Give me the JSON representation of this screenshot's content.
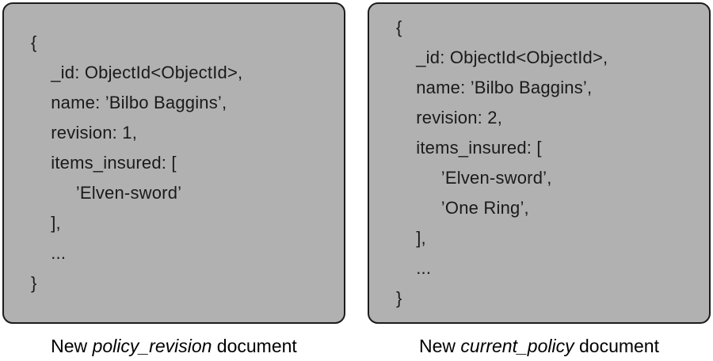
{
  "colors": {
    "box_fill": "#b1b1b1",
    "box_border": "#1c1c1c",
    "code_text": "#1a1a1a",
    "caption_text": "#000000",
    "page_bg": "#ffffff"
  },
  "left_document": {
    "lines": [
      "{",
      "    _id: ObjectId<ObjectId>,",
      "    name: ’Bilbo Baggins’,",
      "    revision: 1,",
      "    items_insured: [",
      "         ’Elven-sword’",
      "    ],",
      "    ...",
      "}"
    ],
    "caption": {
      "prefix": "New ",
      "emphasis": "policy_revision",
      "suffix": " document"
    }
  },
  "right_document": {
    "lines": [
      "{",
      "    _id: ObjectId<ObjectId>,",
      "    name: ’Bilbo Baggins’,",
      "    revision: 2,",
      "    items_insured: [",
      "         ’Elven-sword’,",
      "         ’One Ring’,",
      "    ],",
      "    ...",
      "}"
    ],
    "caption": {
      "prefix": "New ",
      "emphasis": "current_policy",
      "suffix": " document"
    }
  }
}
